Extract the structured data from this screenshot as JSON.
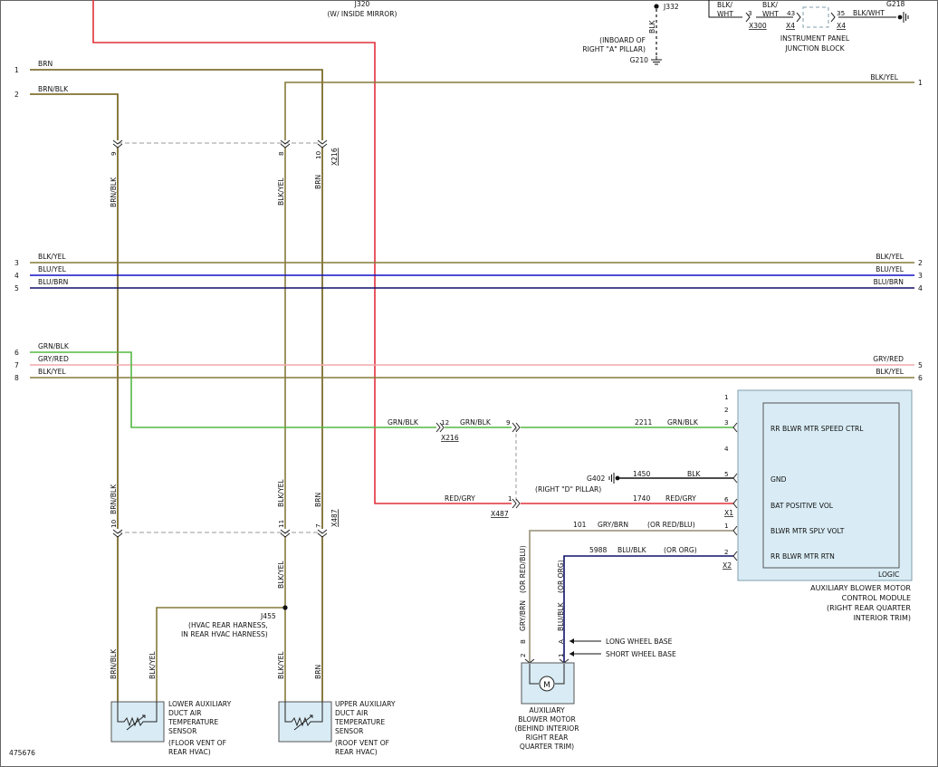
{
  "diagram_id": "475676",
  "wire_labels": {
    "brn": "BRN",
    "brn_blk": "BRN/BLK",
    "blk_yel": "BLK/YEL",
    "blu_yel": "BLU/YEL",
    "blu_brn": "BLU/BRN",
    "grn_blk": "GRN/BLK",
    "gry_red": "GRY/RED",
    "red_gry": "RED/GRY",
    "blk": "BLK",
    "blk_wht": "BLK/WHT",
    "gry_brn": "GRY/BRN",
    "blu_blk": "BLU/BLK",
    "or_red_blu": "(OR RED/BLU)",
    "or_org": "(OR ORG)"
  },
  "left_pins": {
    "p1": "1",
    "p2": "2",
    "p3": "3",
    "p4": "4",
    "p5": "5",
    "p6": "6",
    "p7": "7",
    "p8": "8"
  },
  "right_pins": {
    "r1": "1",
    "r2": "2",
    "r3": "3",
    "r4": "4",
    "r5": "5",
    "r6": "6"
  },
  "connectors": {
    "x216": "X216",
    "x487": "X487",
    "x300": "X300",
    "x4": "X4",
    "x1": "X1",
    "x2": "X2",
    "x216_upper_pins": {
      "brn_blk": "9",
      "blk_yel": "8",
      "brn": "10"
    },
    "x487_lower_pins": {
      "brn_blk": "10",
      "blk_yel": "11",
      "brn": "7"
    },
    "x216_inline_pin": "12",
    "x487_inline_pin": "1",
    "x487_upper_pin": "9",
    "x300_pin": "3",
    "x4_pin_left": "43",
    "x4_pin_right": "35"
  },
  "circuits": {
    "c2211": "2211",
    "c1450": "1450",
    "c1740": "1740",
    "c101": "101",
    "c5988": "5988"
  },
  "splices": {
    "j320": "J320",
    "j320_desc": "(W/ INSIDE MIRROR)",
    "j332": "J332",
    "j455": "J455",
    "j455_desc_1": "(HVAC REAR HARNESS,",
    "j455_desc_2": "IN REAR HVAC HARNESS)"
  },
  "grounds": {
    "g210": "G210",
    "g210_desc_1": "(INBOARD OF",
    "g210_desc_2": "RIGHT \"A\" PILLAR)",
    "g218": "G218",
    "g402": "G402",
    "g402_desc": "(RIGHT \"D\" PILLAR)"
  },
  "ipjb": {
    "line1": "INSTRUMENT PANEL",
    "line2": "JUNCTION BLOCK"
  },
  "module": {
    "pins": {
      "m1": "1",
      "m2": "2",
      "m3": "3",
      "m4": "4",
      "m5": "5",
      "m6": "6",
      "m1b": "1",
      "m2b": "2"
    },
    "rr_blwr_mtr_speed_ctrl": "RR BLWR MTR SPEED CTRL",
    "gnd": "GND",
    "bat_positive_vol": "BAT POSITIVE VOL",
    "blwr_mtr_sply_volt": "BLWR MTR SPLY VOLT",
    "rr_blwr_mtr_rtn": "RR BLWR MTR RTN",
    "logic": "LOGIC",
    "name_1": "AUXILIARY BLOWER MOTOR",
    "name_2": "CONTROL MODULE",
    "name_3": "(RIGHT REAR QUARTER",
    "name_4": "INTERIOR TRIM)"
  },
  "motor": {
    "symbol": "M",
    "pin_2": "2",
    "pin_1": "1",
    "pin_b": "B",
    "pin_a": "A",
    "long_wheel_base": "LONG WHEEL BASE",
    "short_wheel_base": "SHORT WHEEL BASE",
    "name_1": "AUXILIARY",
    "name_2": "BLOWER MOTOR",
    "name_3": "(BEHIND INTERIOR",
    "name_4": "RIGHT REAR",
    "name_5": "QUARTER TRIM)"
  },
  "sensors": {
    "lower_1": "LOWER AUXILIARY",
    "lower_2": "DUCT AIR",
    "lower_3": "TEMPERATURE",
    "lower_4": "SENSOR",
    "lower_5": "(FLOOR VENT OF",
    "lower_6": "REAR HVAC)",
    "upper_1": "UPPER AUXILIARY",
    "upper_2": "DUCT AIR",
    "upper_3": "TEMPERATURE",
    "upper_4": "SENSOR",
    "upper_5": "(ROOF VENT OF",
    "upper_6": "REAR HVAC)"
  },
  "colors": {
    "brn": "#6b5a12",
    "blk_yel": "#857a3a",
    "blu": "#1010c8",
    "navy": "#10106a",
    "green": "#55b845",
    "pink": "#f3a8ac",
    "red": "#e0303a",
    "tan": "#a39c86",
    "black": "#111111",
    "module_fill": "#d9ecf5",
    "module_stroke": "#7f9eab"
  }
}
